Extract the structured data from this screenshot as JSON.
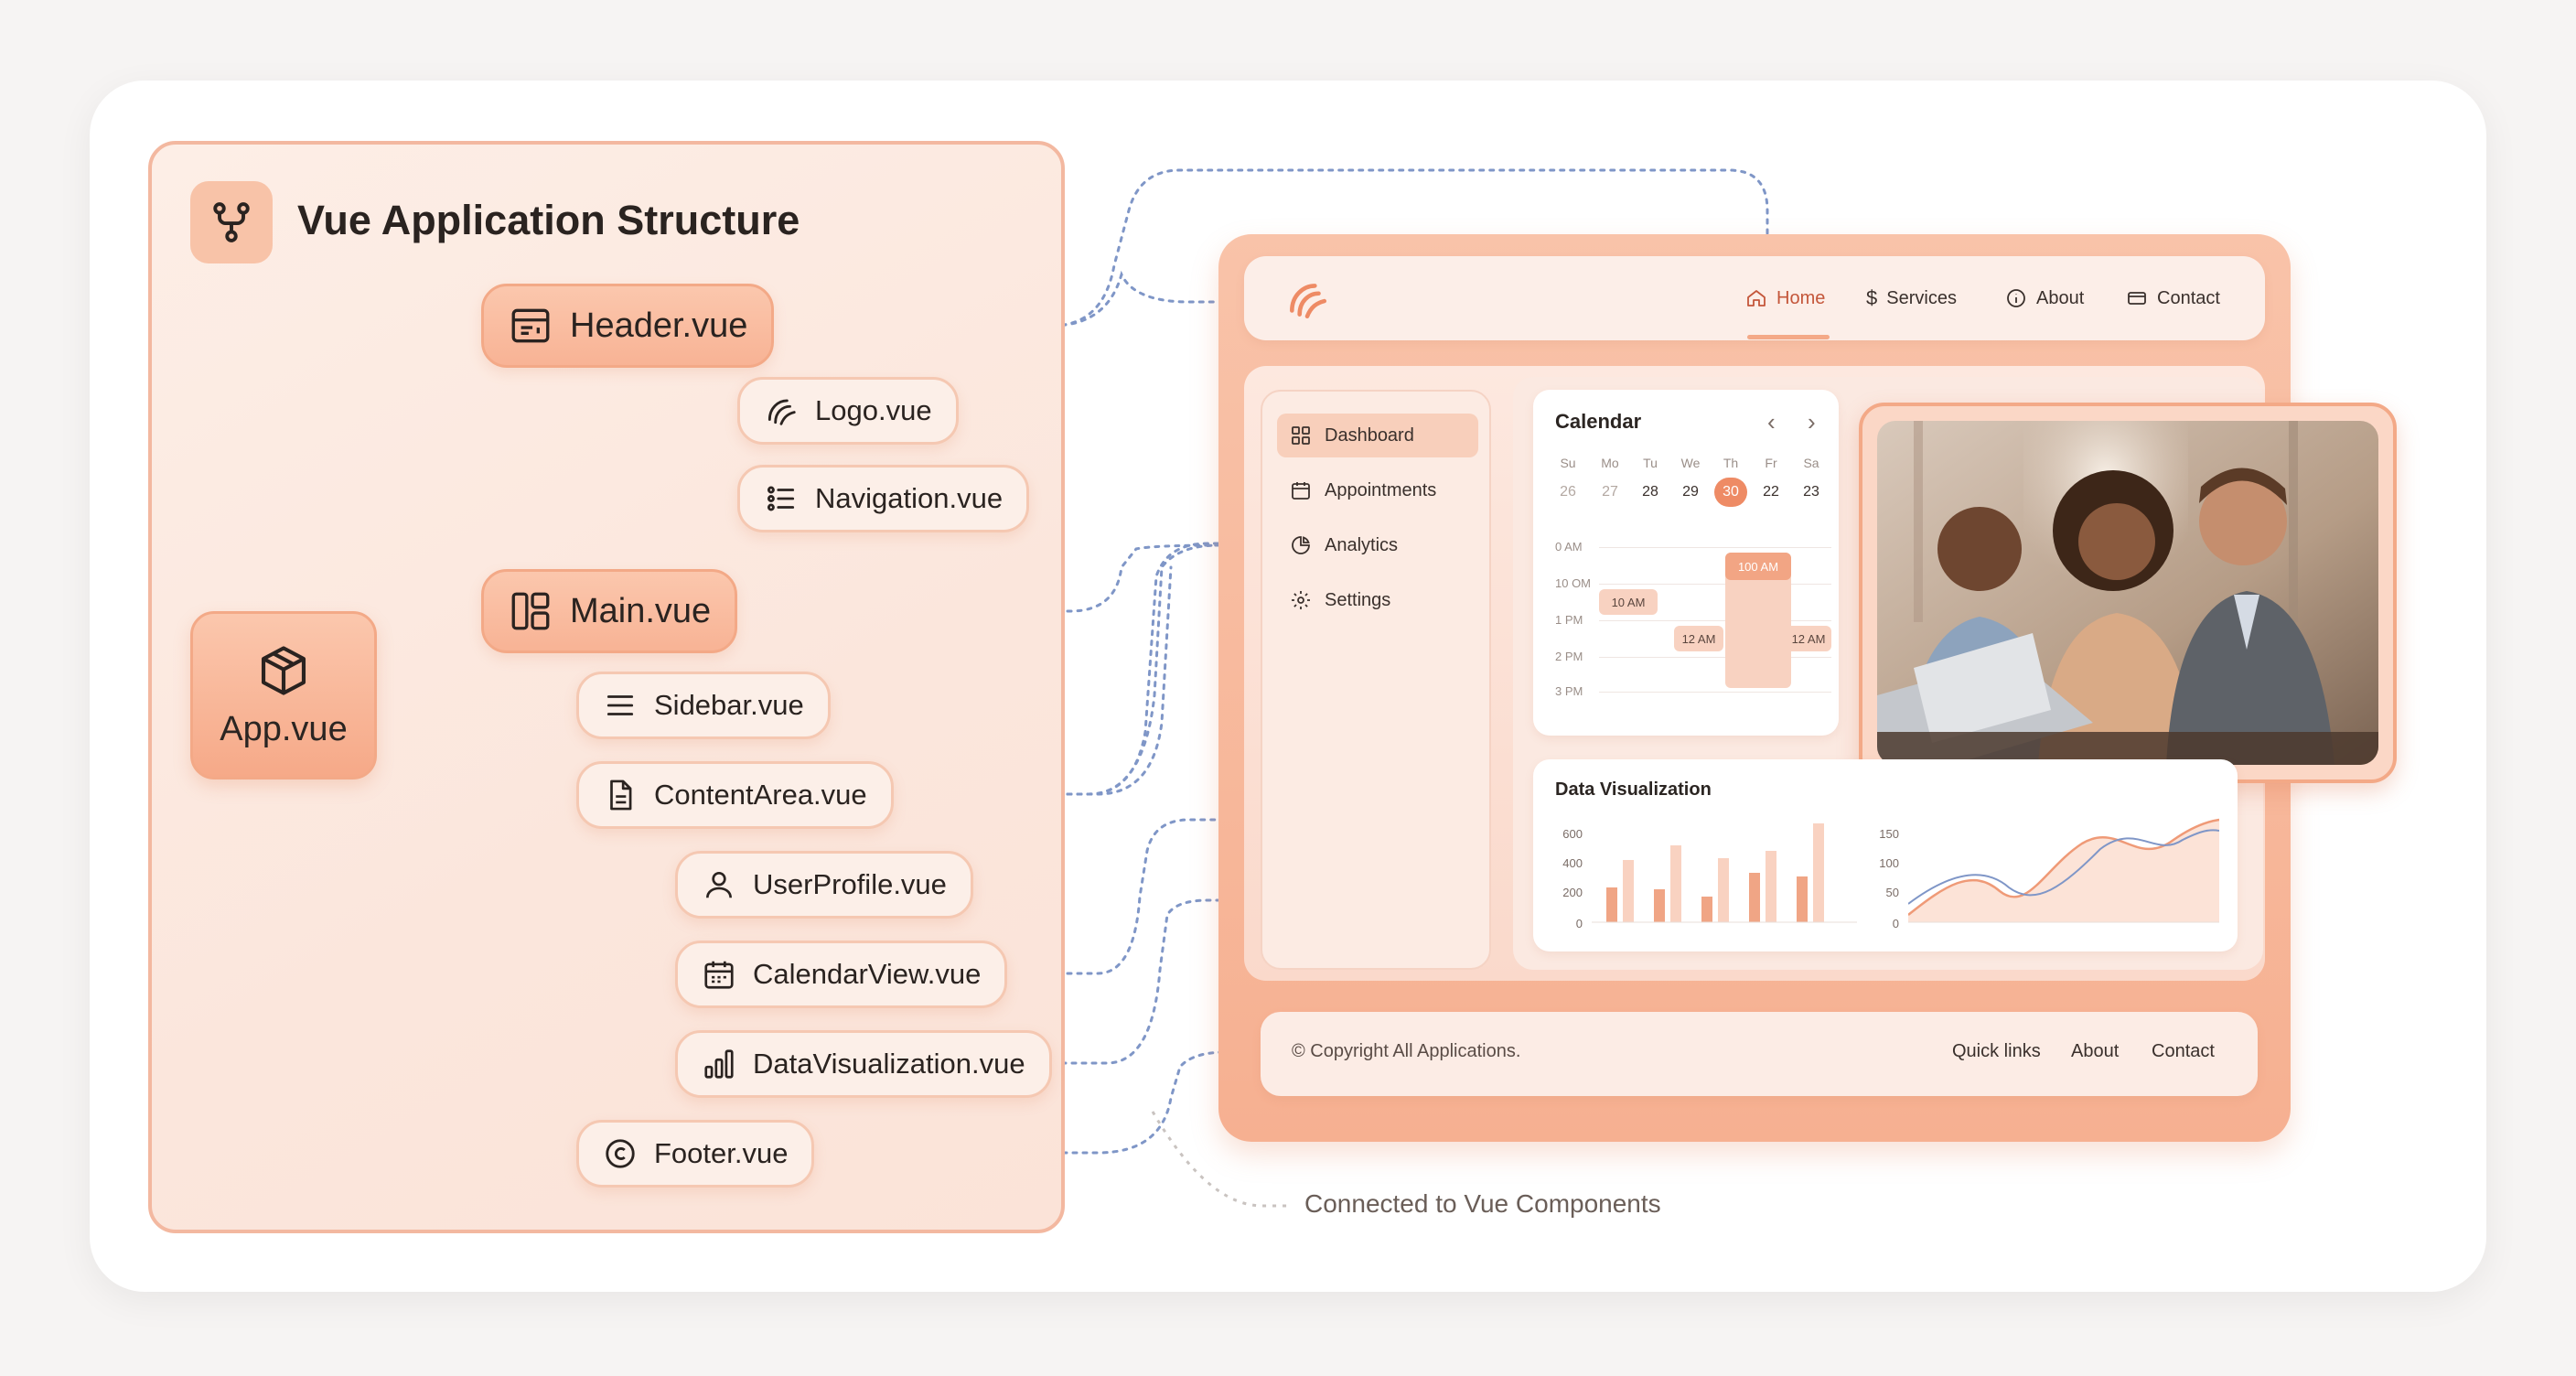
{
  "diagram": {
    "title": "Vue Application Structure",
    "root": "App.vue",
    "nodes": {
      "header": "Header.vue",
      "logo": "Logo.vue",
      "navigation": "Navigation.vue",
      "main": "Main.vue",
      "sidebar": "Sidebar.vue",
      "content_area": "ContentArea.vue",
      "user_profile": "UserProfile.vue",
      "calendar_view": "CalendarView.vue",
      "data_visualization": "DataVisualization.vue",
      "footer": "Footer.vue"
    },
    "connector_label": "Connected to Vue Components",
    "colors": {
      "accent": "#f8b395",
      "connector": "#7f96c7",
      "border": "#f3b8a0"
    }
  },
  "mock_ui": {
    "nav": [
      {
        "label": "Home",
        "icon": "home-icon"
      },
      {
        "label": "Services",
        "icon": "dollar-icon"
      },
      {
        "label": "About",
        "icon": "info-icon"
      },
      {
        "label": "Contact",
        "icon": "card-icon"
      }
    ],
    "sidebar": [
      {
        "label": "Dashboard",
        "icon": "grid-icon"
      },
      {
        "label": "Appointments",
        "icon": "calendar-icon"
      },
      {
        "label": "Analytics",
        "icon": "pie-icon"
      },
      {
        "label": "Settings",
        "icon": "gear-icon"
      }
    ],
    "calendar": {
      "title": "Calendar",
      "days": [
        "Su",
        "Mo",
        "Tu",
        "We",
        "Th",
        "Fr",
        "Sa"
      ],
      "dates": [
        "26",
        "27",
        "28",
        "29",
        "30",
        "22",
        "23"
      ],
      "selected": "30",
      "times": [
        "0 AM",
        "10 OM",
        "1 PM",
        "2 PM",
        "3 PM"
      ],
      "events": [
        "100 AM",
        "10 AM",
        "12 AM",
        "12 AM"
      ]
    },
    "data_viz": {
      "title": "Data Visualization",
      "bar_ticks": [
        "600",
        "400",
        "200",
        "0"
      ],
      "line_ticks": [
        "150",
        "100",
        "50",
        "0"
      ]
    },
    "footer": {
      "copyright": "© Copyright All Applications.",
      "links": [
        "Quick links",
        "About",
        "Contact"
      ]
    }
  }
}
